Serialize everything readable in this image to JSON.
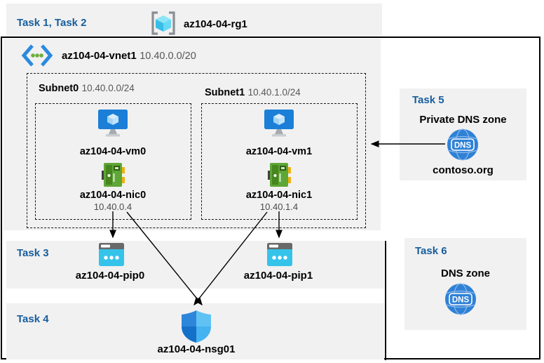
{
  "diagram": {
    "band12": {
      "label": "Task 1, Task 2",
      "rg_name": "az104-04-rg1"
    },
    "vnet": {
      "name": "az104-04-vnet1",
      "cidr": "10.40.0.0/20"
    },
    "subnet0": {
      "name": "Subnet0",
      "cidr": "10.40.0.0/24",
      "vm": "az104-04-vm0",
      "nic": "az104-04-nic0",
      "ip": "10.40.0.4"
    },
    "subnet1": {
      "name": "Subnet1",
      "cidr": "10.40.1.0/24",
      "vm": "az104-04-vm1",
      "nic": "az104-04-nic1",
      "ip": "10.40.1.4"
    },
    "task3": {
      "label": "Task 3",
      "pip0": "az104-04-pip0",
      "pip1": "az104-04-pip1"
    },
    "task4": {
      "label": "Task 4",
      "nsg": "az104-04-nsg01"
    },
    "task5": {
      "label": "Task 5",
      "title": "Private DNS zone",
      "zone": "contoso.org",
      "icon_text": "DNS"
    },
    "task6": {
      "label": "Task 6",
      "title": "DNS zone",
      "icon_text": "DNS"
    },
    "icons": {
      "resource_group": "resource-group-icon",
      "virtual_network": "virtual-network-icon",
      "virtual_machine": "virtual-machine-icon",
      "network_interface": "nic-icon",
      "public_ip": "public-ip-icon",
      "nsg": "nsg-shield-icon",
      "dns": "dns-globe-icon"
    },
    "colors": {
      "accent_blue": "#175d9d",
      "panel_gray": "#f1f1f1",
      "arrow": "#000000"
    }
  }
}
